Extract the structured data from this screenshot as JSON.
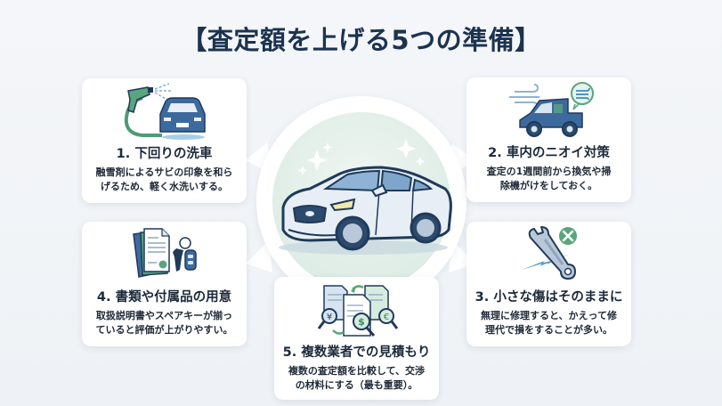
{
  "title": "【査定額を上げる5つの準備】",
  "center": {
    "image": "car-illustration",
    "description": "white sedan with sparkles"
  },
  "colors": {
    "title": "#1c3350",
    "background": "#f1f4f8",
    "card": "#ffffff",
    "icon_blue": "#3d6a9e",
    "icon_navy": "#1f3a5a",
    "icon_green": "#5aa57e",
    "hub_inner": "#e2efe8"
  },
  "cards": [
    {
      "number": "1",
      "title": "1. 下回りの洗車",
      "desc_line1": "融雪剤によるサビの印象を和ら",
      "desc_line2": "げるため、軽く水洗いする。",
      "icon": "car-wash-icon"
    },
    {
      "number": "2",
      "title": "2. 車内のニオイ対策",
      "desc_line1": "査定の1週間前から換気や掃",
      "desc_line2": "除機がけをしておく。",
      "icon": "car-ventilation-icon"
    },
    {
      "number": "3",
      "title": "3. 小さな傷はそのままに",
      "desc_line1": "無理に修理すると、かえって修",
      "desc_line2": "理代で損をすることが多い。",
      "icon": "no-repair-wrench-icon"
    },
    {
      "number": "4",
      "title": "4. 書類や付属品の用意",
      "desc_line1": "取扱説明書やスペアキーが揃っ",
      "desc_line2": "ていると評価が上がりやすい。",
      "icon": "documents-keys-icon"
    },
    {
      "number": "5",
      "title": "5. 複数業者での見積もり",
      "desc_line1": "複数の査定額を比較して、交渉",
      "desc_line2": "の材料にする（最も重要）。",
      "icon": "compare-quotes-icon"
    }
  ]
}
